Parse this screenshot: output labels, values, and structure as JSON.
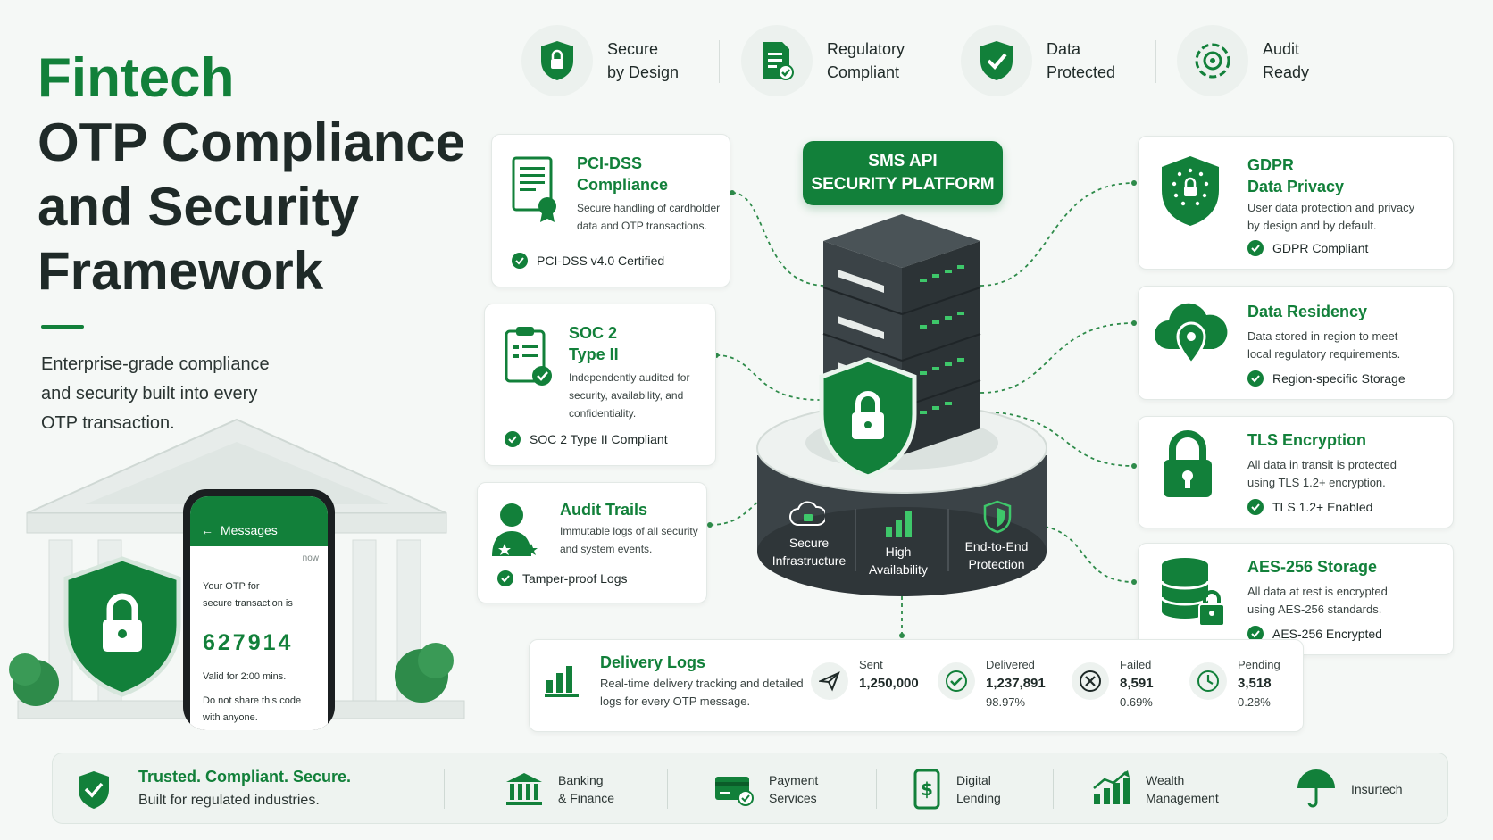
{
  "hero": {
    "title_line1": "Fintech",
    "title_line2": "OTP Compliance",
    "title_line3": "and Security",
    "title_line4": "Framework",
    "subtitle_line1": "Enterprise-grade compliance",
    "subtitle_line2": "and security built into every",
    "subtitle_line3": "OTP transaction."
  },
  "top_features": [
    {
      "label": "Secure\nby Design",
      "icon": "shield-lock-icon"
    },
    {
      "label": "Regulatory\nCompliant",
      "icon": "document-check-icon"
    },
    {
      "label": "Data\nProtected",
      "icon": "shield-check-icon"
    },
    {
      "label": "Audit\nReady",
      "icon": "target-gear-icon"
    }
  ],
  "platform": {
    "title_line1": "SMS API",
    "title_line2": "SECURITY PLATFORM",
    "pillars": [
      {
        "label": "Secure\nInfrastructure",
        "icon": "cloud-lock-icon"
      },
      {
        "label": "High\nAvailability",
        "icon": "bars-icon"
      },
      {
        "label": "End-to-End\nProtection",
        "icon": "shield-icon"
      }
    ]
  },
  "left_cards": {
    "pci": {
      "title_line1": "PCI-DSS",
      "title_line2": "Compliance",
      "desc_line1": "Secure handling of cardholder",
      "desc_line2": "data and OTP transactions.",
      "badge": "PCI-DSS v4.0 Certified"
    },
    "soc": {
      "title_line1": "SOC 2",
      "title_line2": "Type II",
      "desc_line1": "Independently audited for",
      "desc_line2": "security, availability, and",
      "desc_line3": "confidentiality.",
      "badge": "SOC 2 Type II Compliant"
    },
    "audit": {
      "title": "Audit Trails",
      "desc_line1": "Immutable logs of all security",
      "desc_line2": "and system events.",
      "badge": "Tamper-proof Logs"
    }
  },
  "right_cards": {
    "gdpr": {
      "title_line1": "GDPR",
      "title_line2": "Data Privacy",
      "desc_line1": "User data protection and privacy",
      "desc_line2": "by design and by default.",
      "badge": "GDPR Compliant"
    },
    "residency": {
      "title": "Data Residency",
      "desc_line1": "Data stored in-region to meet",
      "desc_line2": "local regulatory requirements.",
      "badge": "Region-specific Storage"
    },
    "tls": {
      "title": "TLS Encryption",
      "desc_line1": "All data in transit is protected",
      "desc_line2": "using TLS 1.2+ encryption.",
      "badge": "TLS 1.2+ Enabled"
    },
    "aes": {
      "title": "AES-256 Storage",
      "desc_line1": "All data at rest is encrypted",
      "desc_line2": "using AES-256 standards.",
      "badge": "AES-256 Encrypted"
    }
  },
  "delivery_logs": {
    "title": "Delivery Logs",
    "desc_line1": "Real-time delivery tracking and detailed",
    "desc_line2": "logs for every OTP message.",
    "stats": [
      {
        "label": "Sent",
        "value": "1,250,000",
        "pct": "",
        "icon": "send-icon"
      },
      {
        "label": "Delivered",
        "value": "1,237,891",
        "pct": "98.97%",
        "icon": "check-circle-icon"
      },
      {
        "label": "Failed",
        "value": "8,591",
        "pct": "0.69%",
        "icon": "x-circle-icon"
      },
      {
        "label": "Pending",
        "value": "3,518",
        "pct": "0.28%",
        "icon": "clock-icon"
      }
    ]
  },
  "phone": {
    "header": "Messages",
    "time": "now",
    "msg_line1": "Your OTP for",
    "msg_line2": "secure transaction is",
    "otp": "627914",
    "valid": "Valid for 2:00 mins.",
    "warn_line1": "Do not share this code",
    "warn_line2": "with anyone."
  },
  "footer": {
    "tag_title": "Trusted. Compliant. Secure.",
    "tag_sub": "Built for regulated industries.",
    "industries": [
      {
        "label": "Banking\n& Finance",
        "icon": "bank-icon"
      },
      {
        "label": "Payment\nServices",
        "icon": "card-icon"
      },
      {
        "label": "Digital\nLending",
        "icon": "phone-dollar-icon"
      },
      {
        "label": "Wealth\nManagement",
        "icon": "growth-chart-icon"
      },
      {
        "label": "Insurtech",
        "icon": "umbrella-icon"
      }
    ]
  },
  "colors": {
    "primary_green": "#12803a",
    "dark_text": "#1f2a28",
    "server_dark": "#3b4347"
  }
}
